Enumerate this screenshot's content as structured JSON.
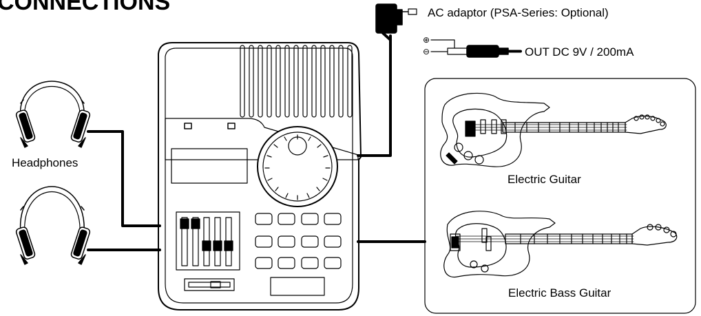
{
  "title": "CONNECTIONS",
  "labels": {
    "ac_adaptor": "AC adaptor (PSA-Series: Optional)",
    "out_dc": "OUT DC 9V / 200mA",
    "polarity_plus": "⊕",
    "polarity_minus": "⊖",
    "headphones": "Headphones",
    "electric_guitar": "Electric Guitar",
    "electric_bass_guitar": "Electric Bass Guitar"
  },
  "colors": {
    "line": "#000000",
    "background": "#ffffff"
  },
  "icons": [
    "headphones-icon",
    "ac-adaptor-icon",
    "dc-plug-icon",
    "electric-guitar-icon",
    "electric-bass-icon",
    "device-icon"
  ]
}
